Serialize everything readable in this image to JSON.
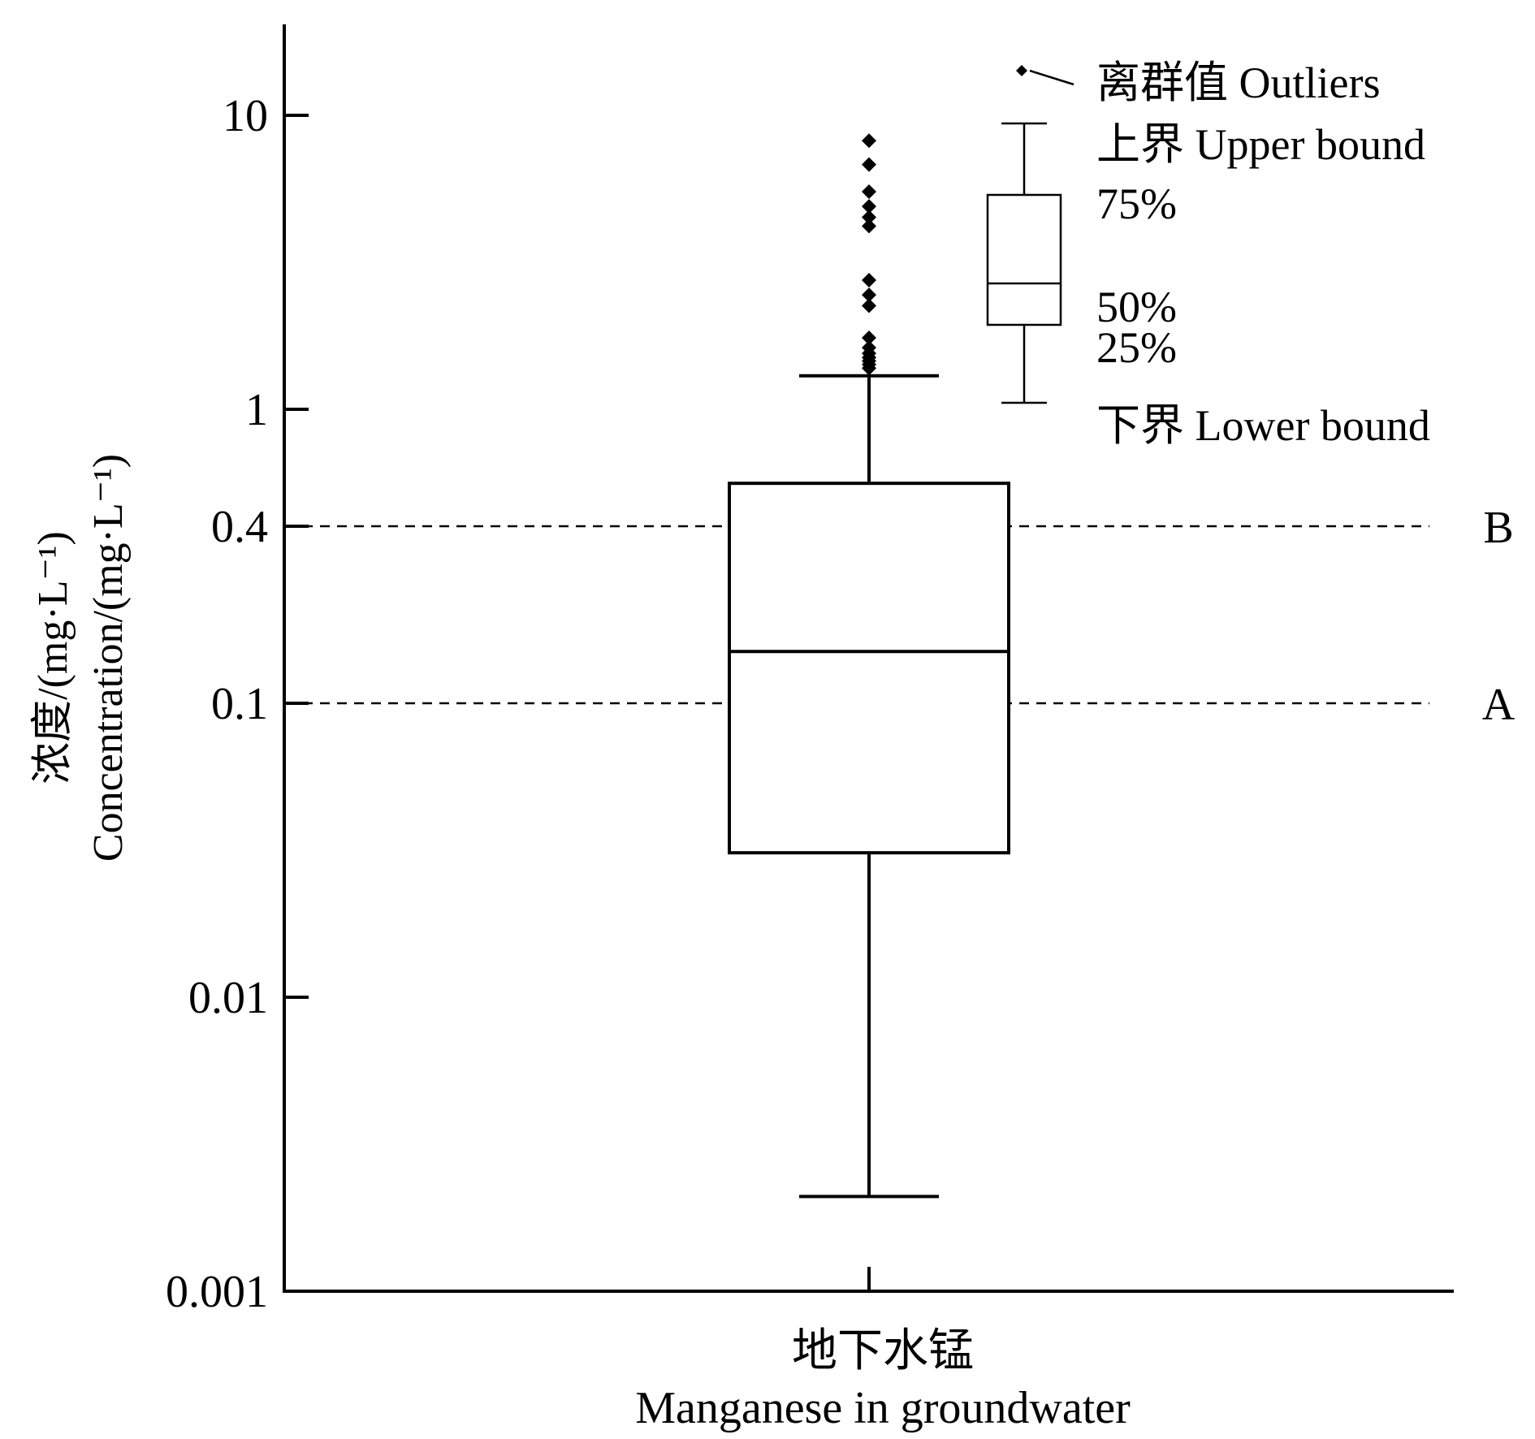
{
  "chart_data": {
    "type": "box",
    "yscale": "log",
    "ylim": [
      0.001,
      25
    ],
    "y_ticks": [
      {
        "value": 0.001,
        "label": "0.001"
      },
      {
        "value": 0.01,
        "label": "0.01"
      },
      {
        "value": 0.1,
        "label": "0.1"
      },
      {
        "value": 0.4,
        "label": "0.4"
      },
      {
        "value": 1,
        "label": "1"
      },
      {
        "value": 10,
        "label": "10"
      }
    ],
    "ylabel_cn": "浓度/(mg·L⁻¹)",
    "ylabel_en": "Concentration/(mg·L⁻¹)",
    "categories": [
      {
        "label_cn": "地下水锰",
        "label_en": "Manganese in groundwater"
      }
    ],
    "series": [
      {
        "lower_bound": 0.0021,
        "q1": 0.031,
        "median": 0.15,
        "q3": 0.56,
        "upper_bound": 1.3,
        "outliers": [
          1.38,
          1.42,
          1.46,
          1.5,
          1.55,
          1.62,
          1.75,
          2.25,
          2.45,
          2.75,
          4.2,
          4.5,
          4.9,
          5.5,
          6.8,
          8.2
        ]
      }
    ],
    "reference_lines": [
      {
        "value": 0.1,
        "label": "A"
      },
      {
        "value": 0.4,
        "label": "B"
      }
    ],
    "legend": {
      "placement": "top-right",
      "outliers": "离群值 Outliers",
      "upper": "上界 Upper bound",
      "q3": "75%",
      "median": "50%",
      "q1": "25%",
      "lower": "下界 Lower bound"
    }
  }
}
